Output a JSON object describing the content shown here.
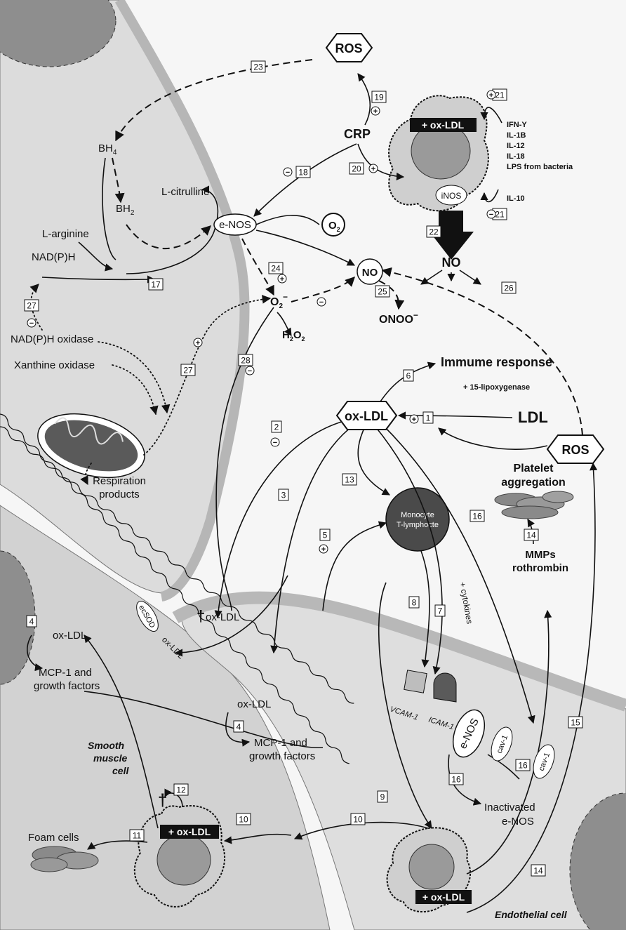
{
  "labels": {
    "ros_top": "ROS",
    "ros_right": "ROS",
    "crp": "CRP",
    "ox_ldl_macro_top": "+ ox-LDL",
    "ifn_y": "IFN-Y",
    "il_1b": "IL-1B",
    "il_12": "IL-12",
    "il_18": "IL-18",
    "lps": "LPS from bacteria",
    "inos": "iNOS",
    "il_10": "IL-10",
    "no_arrow": "NO",
    "bh4": "BH",
    "bh4_sub": "4",
    "bh2": "BH",
    "bh2_sub": "2",
    "l_citrulline": "L-citrulline",
    "enos": "e-NOS",
    "o2": "O",
    "o2_sub": "2",
    "l_arginine": "L-arginine",
    "nadph": "NAD(P)H",
    "superoxide": "O",
    "superoxide_sub": "2",
    "superoxide_sup": "−",
    "no_circle": "NO",
    "h2o2": "H",
    "h2o2_sub": "2",
    "h2o2_o": "O",
    "h2o2_sub2": "2",
    "onoo": "ONOO",
    "onoo_sup": "−",
    "nadph_oxidase": "NAD(P)H oxidase",
    "xanthine_oxidase": "Xanthine oxidase",
    "immune_response": "Immume response",
    "lipoxygenase": "+ 15-lipoxygenase",
    "ox_ldl_hex": "ox-LDL",
    "ldl": "LDL",
    "respiration_1": "Respiration",
    "respiration_2": "products",
    "platelet_1": "Platelet",
    "platelet_2": "aggregation",
    "monocyte_1": "Monocyte",
    "monocyte_2": "T-lymphocte",
    "mmps": "MMPs",
    "rothrombin": "rothrombin",
    "cytokines": "+ cytokines",
    "ecsod": "ecSOD",
    "ox_ldl_dead": "ox-LDL",
    "ox_ldl_membrane": "ox-LDL",
    "ox_ldl_smc": "ox-LDL",
    "mcp_smc_1": "MCP-1  and",
    "mcp_smc_2": "growth factors",
    "ox_ldl_endo": "ox-LDL",
    "mcp_endo_1": "MCP-1  and",
    "mcp_endo_2": "growth factors",
    "vcam": "VCAM-1",
    "icam": "ICAM-1",
    "enos_membrane": "e-NOS",
    "cav1_a": "cav-1",
    "cav1_b": "cav-1",
    "smooth_1": "Smooth",
    "smooth_2": "muscle",
    "smooth_3": "cell",
    "foam_cells": "Foam cells",
    "ox_ldl_foam": "+ ox-LDL",
    "inactivated_1": "Inactivated",
    "inactivated_2": "e-NOS",
    "ox_ldl_bottom": "+ ox-LDL",
    "endothelial": "Endothelial cell"
  },
  "steps": {
    "n1": "1",
    "n2": "2",
    "n3": "3",
    "n4a": "4",
    "n4b": "4",
    "n5": "5",
    "n6": "6",
    "n7": "7",
    "n8": "8",
    "n9": "9",
    "n10a": "10",
    "n10b": "10",
    "n11": "11",
    "n12": "12",
    "n13": "13",
    "n14a": "14",
    "n14b": "14",
    "n15": "15",
    "n16a": "16",
    "n16b": "16",
    "n16c": "16",
    "n17": "17",
    "n18": "18",
    "n19": "19",
    "n20": "20",
    "n21a": "21",
    "n21b": "21",
    "n22": "22",
    "n23": "23",
    "n24": "24",
    "n25": "25",
    "n26": "26",
    "n27a": "27",
    "n27b": "27",
    "n28": "28"
  },
  "signs": {
    "plus": "+",
    "minus": "−"
  },
  "colors": {
    "cell_fill": "#dcdcdc",
    "membrane": "#b8b8b8",
    "ecm": "#f4f4f4",
    "monocyte": "#4a4a4a",
    "nucleus": "#9a9a9a",
    "label_bg": "#111111"
  }
}
